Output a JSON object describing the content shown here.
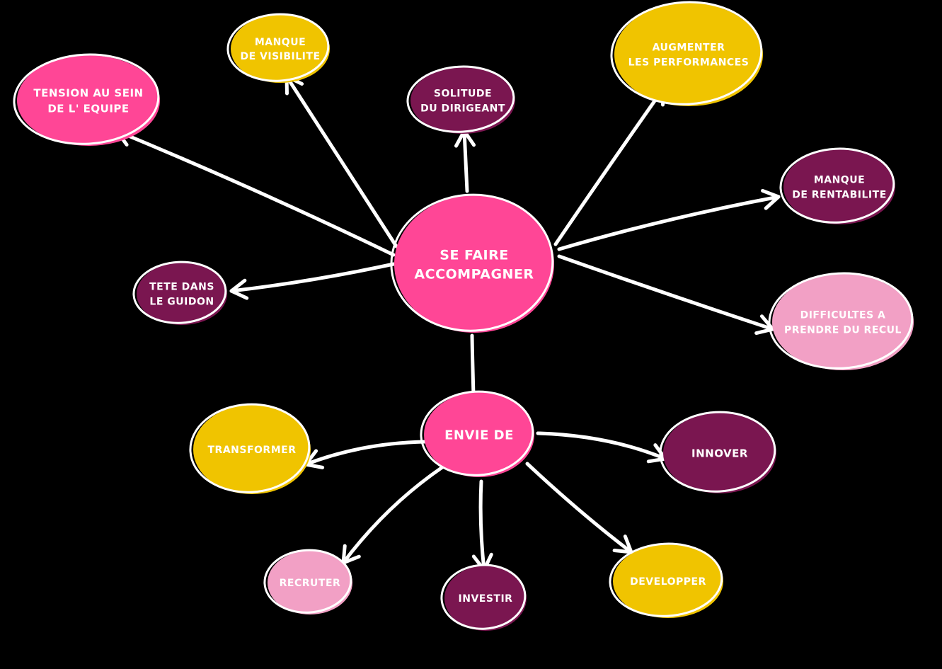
{
  "colors": {
    "background": "#000000",
    "pink": "#ff4696",
    "yellow": "#f0c400",
    "plum": "#7a1650",
    "light_pink": "#f2a0c5",
    "outline": "#ffffff",
    "arrow": "#ffffff"
  },
  "nodes": {
    "center": {
      "lines": [
        "SE FAIRE",
        "ACCOMPAGNER"
      ],
      "color": "pink"
    },
    "tension": {
      "lines": [
        "TENSION AU SEIN",
        "DE L' EQUIPE"
      ],
      "color": "pink"
    },
    "visibilite": {
      "lines": [
        "MANQUE",
        "DE VISIBILITE"
      ],
      "color": "yellow"
    },
    "solitude": {
      "lines": [
        "SOLITUDE",
        "DU DIRIGEANT"
      ],
      "color": "plum"
    },
    "performances": {
      "lines": [
        "AUGMENTER",
        "LES PERFORMANCES"
      ],
      "color": "yellow"
    },
    "rentabilite": {
      "lines": [
        "MANQUE",
        "DE RENTABILITE"
      ],
      "color": "plum"
    },
    "recul": {
      "lines": [
        "DIFFICULTES A",
        "PRENDRE DU RECUL"
      ],
      "color": "light_pink"
    },
    "guidon": {
      "lines": [
        "TETE DANS",
        "LE GUIDON"
      ],
      "color": "plum"
    },
    "envie": {
      "lines": [
        "ENVIE DE"
      ],
      "color": "pink"
    },
    "transformer": {
      "lines": [
        "TRANSFORMER"
      ],
      "color": "yellow"
    },
    "innover": {
      "lines": [
        "INNOVER"
      ],
      "color": "plum"
    },
    "recruter": {
      "lines": [
        "RECRUTER"
      ],
      "color": "light_pink"
    },
    "investir": {
      "lines": [
        "INVESTIR"
      ],
      "color": "plum"
    },
    "developper": {
      "lines": [
        "DEVELOPPER"
      ],
      "color": "yellow"
    }
  }
}
